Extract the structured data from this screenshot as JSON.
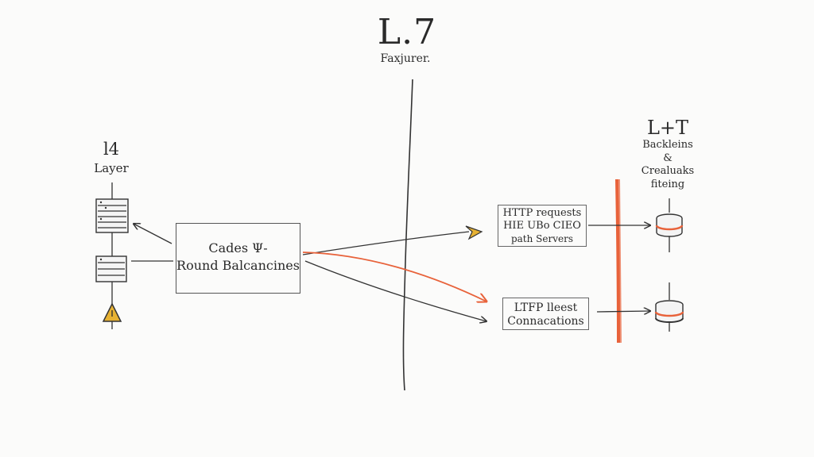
{
  "title": {
    "main": "L.7",
    "subtitle": "Faxjurer."
  },
  "left_group": {
    "number": "l4",
    "label": "Layer"
  },
  "load_balancer": {
    "line1": "Cades Ψ-",
    "line2": "Round Balcancines"
  },
  "http_box": {
    "line1": "HTTP requests",
    "line2": "HIE UBo CIEO",
    "line3": "path Servers"
  },
  "ltfp_box": {
    "line1": "LTFP lleest",
    "line2": "Connacations"
  },
  "right_group": {
    "title": "L+T",
    "line1": "Backleins",
    "line2": "&",
    "line3": "Crealuaks",
    "line4": "fiteing"
  },
  "colors": {
    "ink": "#2b2b2b",
    "accent_orange": "#e8623a",
    "warn_yellow": "#e7b233"
  }
}
